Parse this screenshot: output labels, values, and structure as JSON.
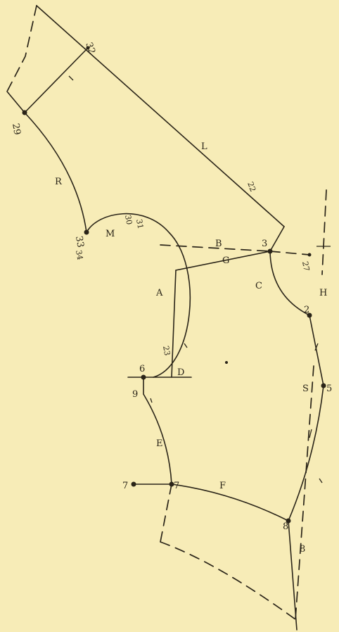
{
  "diagram": {
    "labels": {
      "pt_32": "32",
      "pt_29": "29",
      "pt_33": "33",
      "pt_31": "31",
      "pt_30": "30",
      "pt_34": "34",
      "pt_3": "3",
      "pt_27": "27",
      "pt_2": "2",
      "pt_5": "5",
      "pt_6": "6",
      "pt_9": "9",
      "pt_7a": "7",
      "pt_7b": "7",
      "pt_8a": "8",
      "pt_8b": "8",
      "pt_23": "23",
      "pt_22": "22",
      "letter_A": "A",
      "letter_B": "B",
      "letter_C": "C",
      "letter_D": "D",
      "letter_E": "E",
      "letter_F": "F",
      "letter_H": "H",
      "letter_L": "L",
      "letter_M": "M",
      "letter_G": "G",
      "letter_R": "R",
      "letter_S": "S"
    }
  }
}
